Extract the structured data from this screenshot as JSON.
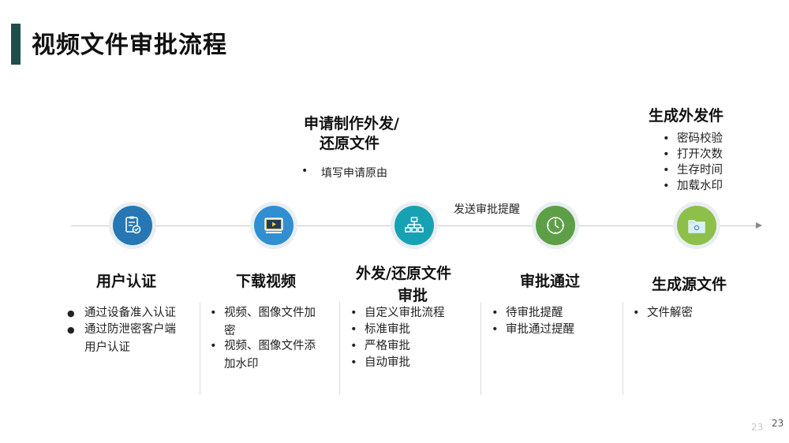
{
  "title": "视频文件审批流程",
  "top_request": {
    "line1": "申请制作外发/",
    "line2": "还原文件",
    "item": "填写申请原由"
  },
  "notify_label": "发送审批提醒",
  "top_generate": {
    "title": "生成外发件",
    "items": [
      "密码校验",
      "打开次数",
      "生存时间",
      "加载水印"
    ]
  },
  "steps": [
    {
      "label": "用户认证",
      "icon": "clipboard-check-icon",
      "color": "#2677b3",
      "items": [
        "通过设备准入认证",
        "通过防泄密客户端",
        "用户认证"
      ]
    },
    {
      "label": "下载视频",
      "icon": "video-player-icon",
      "color": "#2f8fd0",
      "items": [
        "视频、图像文件加",
        "密",
        "视频、图像文件添",
        "加水印"
      ]
    },
    {
      "label_line1": "外发/还原文件",
      "label_line2": "审批",
      "icon": "hierarchy-icon",
      "color": "#17a2b4",
      "items": [
        "自定义审批流程",
        "标准审批",
        "严格审批",
        "自动审批"
      ]
    },
    {
      "label": "审批通过",
      "icon": "clock-icon",
      "color": "#5d9f47",
      "items": [
        "待审批提醒",
        "审批通过提醒"
      ]
    },
    {
      "label": "生成源文件",
      "icon": "folder-icon",
      "color": "#8cc04a",
      "items": [
        "文件解密"
      ]
    }
  ],
  "page_number": "23",
  "page_number_faded": "23"
}
